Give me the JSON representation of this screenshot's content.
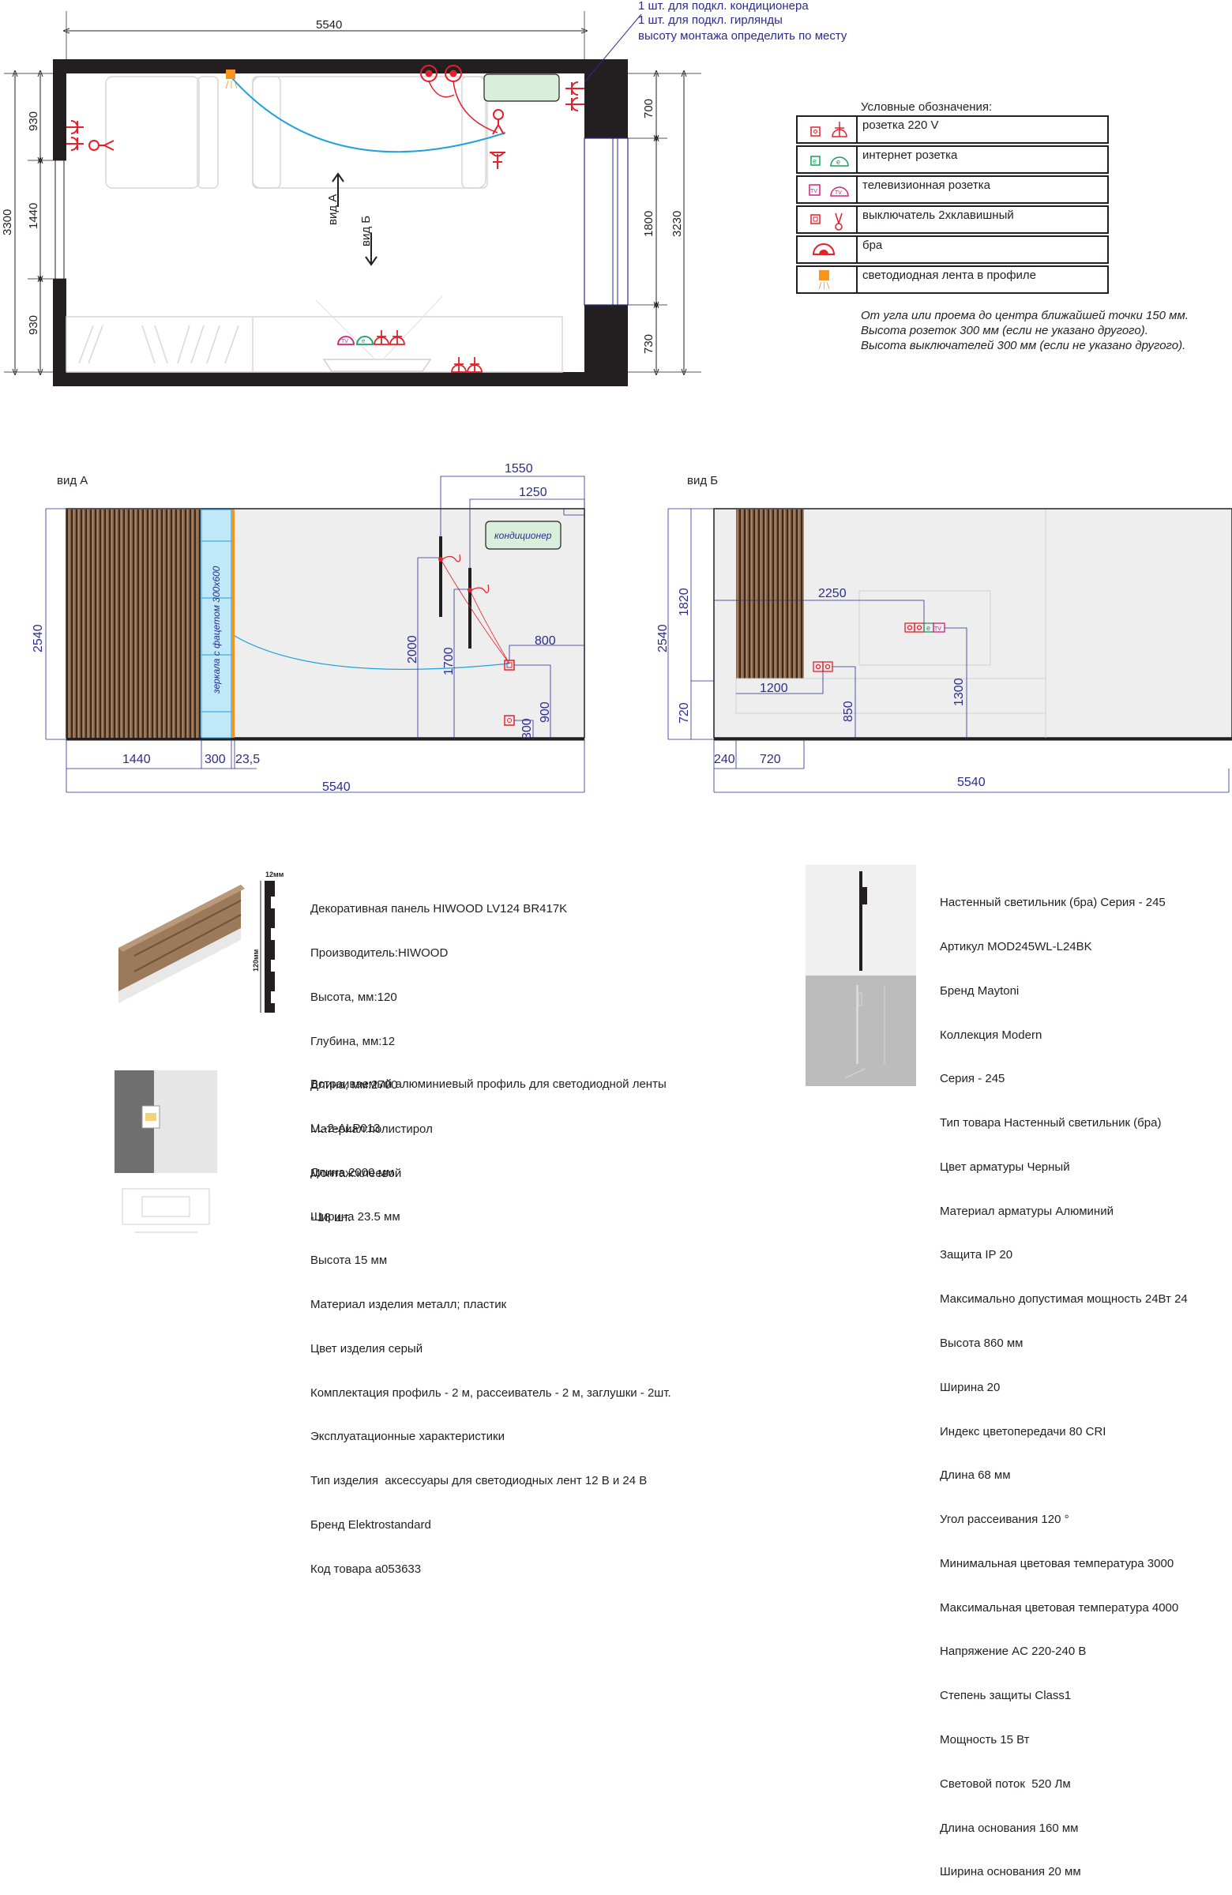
{
  "plan": {
    "annotation": [
      "1 шт. для подкл. кондиционера",
      "1 шт. для подкл. гирлянды",
      "высоту монтажа определить по месту"
    ],
    "dims": {
      "top": "5540",
      "left_total": "3300",
      "left_a": "930",
      "left_b": "1440",
      "left_c": "930",
      "right_total": "3230",
      "right_a": "700",
      "right_b": "1800",
      "right_c": "730"
    },
    "view_a": "вид А",
    "view_b": "вид Б"
  },
  "legend": {
    "title": "Условные обозначения:",
    "rows": [
      {
        "label": "розетка 220 V",
        "icon": "socket-220v-icon"
      },
      {
        "label": "интернет розетка",
        "icon": "internet-socket-icon"
      },
      {
        "label": "телевизионная розетка",
        "icon": "tv-socket-icon"
      },
      {
        "label": "выключатель 2хклавишный",
        "icon": "switch-2key-icon"
      },
      {
        "label": "бра",
        "icon": "sconce-icon"
      },
      {
        "label": "светодиодная лента в профиле",
        "icon": "led-strip-icon"
      }
    ],
    "notes": [
      "От угла или проема до центра  ближайшей точки 150 мм.",
      "Высота розеток 300 мм (если не указано другого).",
      "Высота выключателей 300 мм (если не указано другого)."
    ]
  },
  "view_a": {
    "label": "вид А",
    "aircon": "кондиционер",
    "mirror": "зеркала с фацетом 300х600",
    "dims": {
      "top_1550": "1550",
      "top_1250": "1250",
      "height": "2540",
      "d2000": "2000",
      "d1700": "1700",
      "d800": "800",
      "d900": "900",
      "d300v": "300",
      "b1440": "1440",
      "b300": "300",
      "b23_5": "23,5",
      "total": "5540"
    }
  },
  "view_b": {
    "label": "вид Б",
    "dims": {
      "height": "2540",
      "d1820": "1820",
      "d720v": "720",
      "d2250": "2250",
      "d1200": "1200",
      "d850": "850",
      "d1300": "1300",
      "b240": "240",
      "b720": "720",
      "total": "5540"
    }
  },
  "specs": {
    "panel": [
      "Декоративная панель HIWOOD LV124 BR417K",
      "Производитель:HIWOOD",
      "Высота, мм:120",
      "Глубина, мм:12",
      "Длина, мм:2700",
      "Материал:полистирол",
      "Монтаж:клеевой",
      "- 18 шт."
    ],
    "panel_dims": {
      "thickness": "12мм",
      "height": "120мм"
    },
    "profile": [
      "Встраиваемый алюминиевый профиль для светодиодной ленты",
      "LL-2-ALP013",
      "Длина 2000 мм",
      "Ширина 23.5 мм",
      "Высота 15 мм",
      "Материал изделия металл; пластик",
      "Цвет изделия серый",
      "Комплектация профиль - 2 м, рассеиватель - 2 м, заглушки - 2шт.",
      "Эксплуатационные характеристики",
      "Тип изделия  аксессуары для светодиодных лент 12 В и 24 В",
      "Бренд Elektrostandard",
      "Код товара a053633"
    ],
    "sconce": [
      "Настенный светильник (бра) Серия - 245",
      "Артикул MOD245WL-L24BK",
      "Бренд Maytoni",
      "Коллекция Modern",
      "Серия - 245",
      "Тип товара Настенный светильник (бра)",
      "Цвет арматуры Черный",
      "Материал арматуры Алюминий",
      "Защита IP 20",
      "Максимально допустимая мощность 24Вт 24",
      "Высота 860 мм",
      "Ширина 20",
      "Индекс цветопередачи 80 CRI",
      "Длина 68 мм",
      "Угол рассеивания 120 °",
      "Минимальная цветовая температура 3000",
      "Максимальная цветовая температура 4000",
      "Напряжение AC 220-240 В",
      "Степень защиты Class1",
      "Мощность 15 Вт",
      "Световой поток  520 Лм",
      "Длина основания 160 мм",
      "Ширина основания 20 мм"
    ]
  },
  "colors": {
    "wall": "#231f20",
    "symbol_red": "#e3202b",
    "internet_green": "#18a05a",
    "tv_magenta": "#d4207f",
    "led_orange": "#f7941d",
    "led_line": "#1ea0dc",
    "dim_blue": "#2b2c8f",
    "aircon_fill": "#d9efdc"
  }
}
